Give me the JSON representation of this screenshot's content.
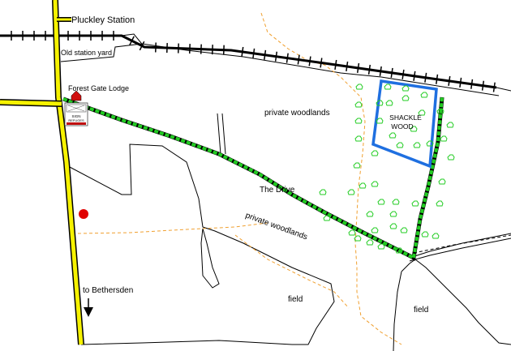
{
  "labels": {
    "station": "Pluckley Station",
    "station_yard": "Old station yard",
    "lodge": "Forest Gate Lodge",
    "woods_north": "private woodlands",
    "wood_name_line1": "SHACKLE",
    "wood_name_line2": "WOOD",
    "drive": "The Drive",
    "woods_south": "private woodlands",
    "field_west": "field",
    "field_east": "field",
    "direction": "to  Bethersden"
  },
  "sign": {
    "line1": "SIGN",
    "line2": "REFUGES"
  },
  "colors": {
    "road_fill": "#f6f200",
    "road_edge": "#000000",
    "railway": "#000000",
    "walk_route": "#22cc22",
    "wood_boundary": "#1f6fe0",
    "footpath": "#f0a030",
    "tree_symbol": "#22cc22",
    "lodge_marker": "#d01010",
    "location_dot": "#e00000"
  },
  "icons": {
    "lodge": "house-icon",
    "sign": "signboard-icon",
    "trees": "tree-icon",
    "direction": "arrow-down-icon"
  }
}
